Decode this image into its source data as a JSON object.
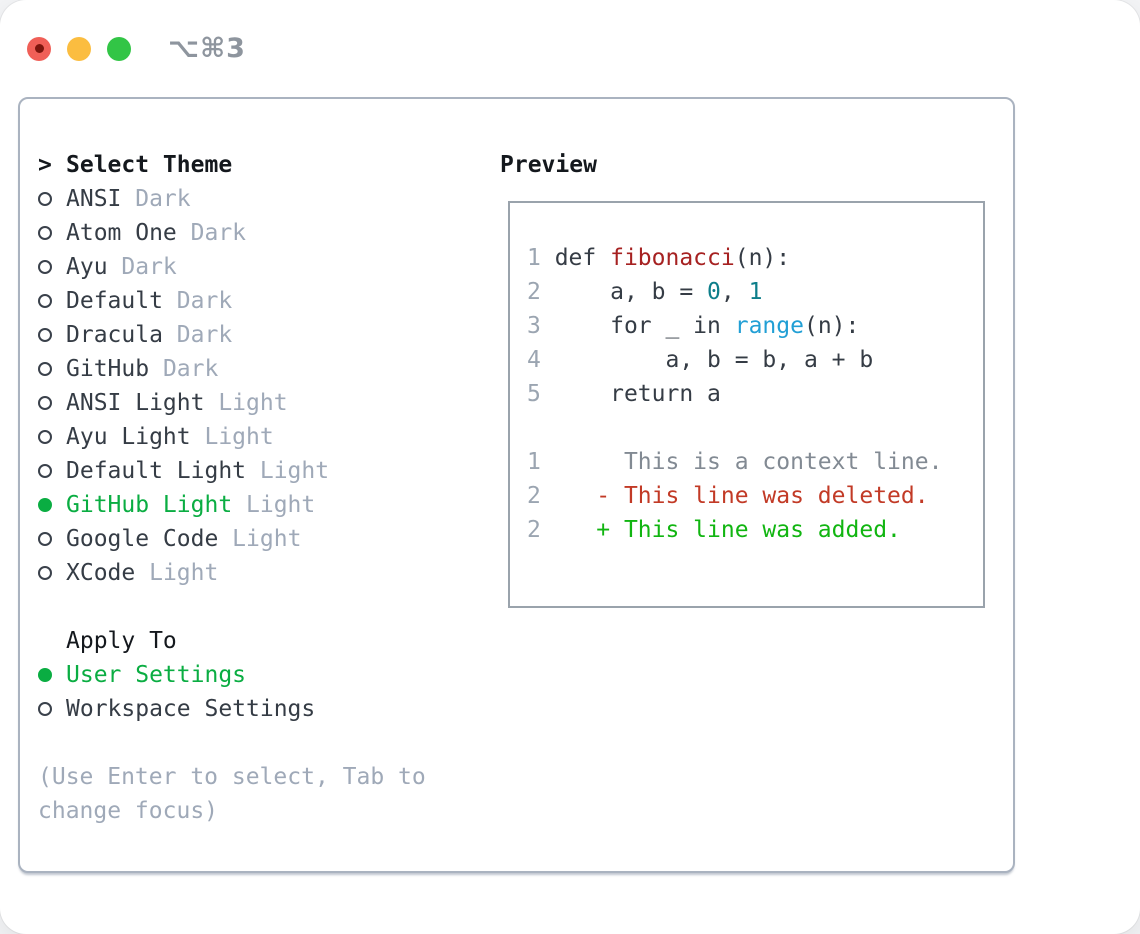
{
  "window": {
    "title_shortcut": "⌥⌘3"
  },
  "traffic_lights": {
    "close_color": "#f05f57",
    "close_dot_color": "#7c150d",
    "minimize_color": "#fbbd40",
    "zoom_color": "#32c546"
  },
  "theme_panel": {
    "prompt": ">",
    "title": "Select Theme",
    "items": [
      {
        "name": "ANSI",
        "variant": "Dark",
        "selected": false
      },
      {
        "name": "Atom One",
        "variant": "Dark",
        "selected": false
      },
      {
        "name": "Ayu",
        "variant": "Dark",
        "selected": false
      },
      {
        "name": "Default",
        "variant": "Dark",
        "selected": false
      },
      {
        "name": "Dracula",
        "variant": "Dark",
        "selected": false
      },
      {
        "name": "GitHub",
        "variant": "Dark",
        "selected": false
      },
      {
        "name": "ANSI Light",
        "variant": "Light",
        "selected": false
      },
      {
        "name": "Ayu Light",
        "variant": "Light",
        "selected": false
      },
      {
        "name": "Default Light",
        "variant": "Light",
        "selected": false
      },
      {
        "name": "GitHub Light",
        "variant": "Light",
        "selected": true
      },
      {
        "name": "Google Code",
        "variant": "Light",
        "selected": false
      },
      {
        "name": "XCode",
        "variant": "Light",
        "selected": false
      }
    ],
    "apply_to": {
      "title": "Apply To",
      "options": [
        {
          "name": "User Settings",
          "selected": true
        },
        {
          "name": "Workspace Settings",
          "selected": false
        }
      ]
    },
    "hint": "(Use Enter to select, Tab to change focus)"
  },
  "preview": {
    "title": "Preview",
    "code_lines": [
      {
        "segments": [
          {
            "t": "1 ",
            "c": "lineno"
          },
          {
            "t": "def ",
            "c": "plain"
          },
          {
            "t": "fibonacci",
            "c": "func"
          },
          {
            "t": "(n):",
            "c": "plain"
          }
        ]
      },
      {
        "segments": [
          {
            "t": "2 ",
            "c": "lineno"
          },
          {
            "t": "    a, b = ",
            "c": "plain"
          },
          {
            "t": "0",
            "c": "num"
          },
          {
            "t": ", ",
            "c": "plain"
          },
          {
            "t": "1",
            "c": "num"
          }
        ]
      },
      {
        "segments": [
          {
            "t": "3 ",
            "c": "lineno"
          },
          {
            "t": "    for _ in ",
            "c": "plain"
          },
          {
            "t": "range",
            "c": "builtin"
          },
          {
            "t": "(n):",
            "c": "plain"
          }
        ]
      },
      {
        "segments": [
          {
            "t": "4 ",
            "c": "lineno"
          },
          {
            "t": "        a, b = b, a + b",
            "c": "plain"
          }
        ]
      },
      {
        "segments": [
          {
            "t": "5 ",
            "c": "lineno"
          },
          {
            "t": "    return a",
            "c": "plain"
          }
        ]
      },
      {
        "segments": []
      },
      {
        "segments": [
          {
            "t": "1 ",
            "c": "lineno"
          },
          {
            "t": "     This is a context line.",
            "c": "ctx"
          }
        ]
      },
      {
        "segments": [
          {
            "t": "2 ",
            "c": "lineno"
          },
          {
            "t": "   - This line was deleted.",
            "c": "del"
          }
        ]
      },
      {
        "segments": [
          {
            "t": "2 ",
            "c": "lineno"
          },
          {
            "t": "   + This line was added.",
            "c": "add"
          }
        ]
      }
    ]
  },
  "colors": {
    "selected_green": "#0aad42",
    "added_green": "#11b511",
    "deleted_red": "#c23a26",
    "function_red": "#a62121",
    "number_teal": "#0d7e8a",
    "builtin_blue": "#219fd5",
    "muted_gray": "#9fa9b8",
    "line_number_gray": "#9ba5b1",
    "context_gray": "#828a93",
    "text_dark": "#353c45",
    "box_border_gray": "#aab3c0"
  }
}
